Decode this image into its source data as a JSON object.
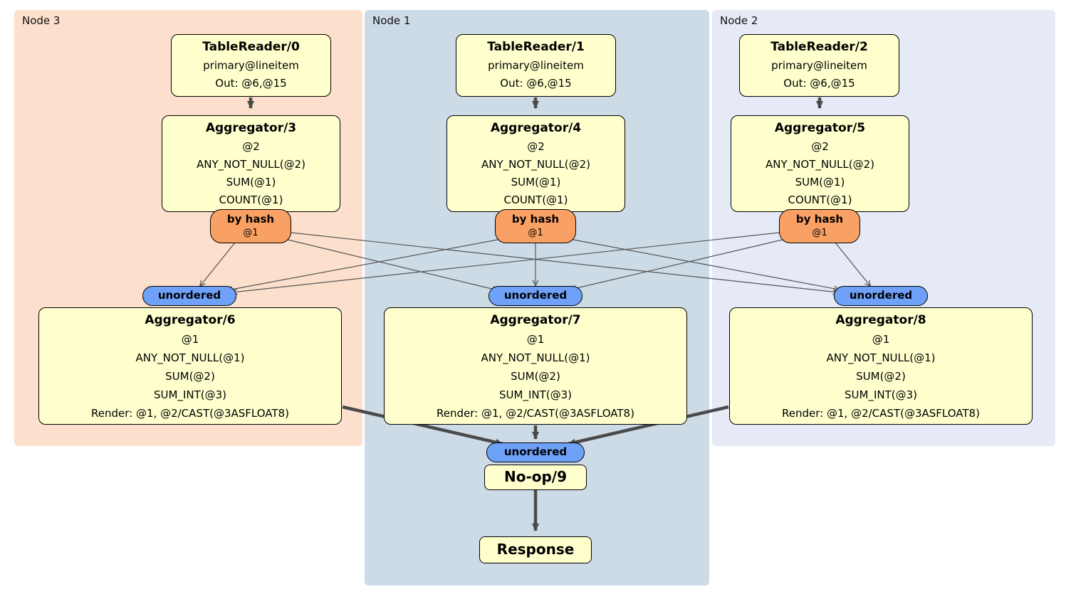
{
  "regions": [
    {
      "label": "Node 3"
    },
    {
      "label": "Node 1"
    },
    {
      "label": "Node 2"
    }
  ],
  "columns": [
    {
      "tablereader": {
        "title": "TableReader/0",
        "lines": [
          "primary@lineitem",
          "Out: @6,@15"
        ]
      },
      "aggregator_top": {
        "title": "Aggregator/3",
        "lines": [
          "@2",
          "ANY_NOT_NULL(@2)",
          "SUM(@1)",
          "COUNT(@1)"
        ]
      },
      "router": {
        "label": "by hash",
        "detail": "@1"
      },
      "stream": {
        "label": "unordered"
      },
      "aggregator_bottom": {
        "title": "Aggregator/6",
        "lines": [
          "@1",
          "ANY_NOT_NULL(@1)",
          "SUM(@2)",
          "SUM_INT(@3)",
          "Render: @1, @2/CAST(@3ASFLOAT8)"
        ]
      }
    },
    {
      "tablereader": {
        "title": "TableReader/1",
        "lines": [
          "primary@lineitem",
          "Out: @6,@15"
        ]
      },
      "aggregator_top": {
        "title": "Aggregator/4",
        "lines": [
          "@2",
          "ANY_NOT_NULL(@2)",
          "SUM(@1)",
          "COUNT(@1)"
        ]
      },
      "router": {
        "label": "by hash",
        "detail": "@1"
      },
      "stream": {
        "label": "unordered"
      },
      "aggregator_bottom": {
        "title": "Aggregator/7",
        "lines": [
          "@1",
          "ANY_NOT_NULL(@1)",
          "SUM(@2)",
          "SUM_INT(@3)",
          "Render: @1, @2/CAST(@3ASFLOAT8)"
        ]
      }
    },
    {
      "tablereader": {
        "title": "TableReader/2",
        "lines": [
          "primary@lineitem",
          "Out: @6,@15"
        ]
      },
      "aggregator_top": {
        "title": "Aggregator/5",
        "lines": [
          "@2",
          "ANY_NOT_NULL(@2)",
          "SUM(@1)",
          "COUNT(@1)"
        ]
      },
      "router": {
        "label": "by hash",
        "detail": "@1"
      },
      "stream": {
        "label": "unordered"
      },
      "aggregator_bottom": {
        "title": "Aggregator/8",
        "lines": [
          "@1",
          "ANY_NOT_NULL(@1)",
          "SUM(@2)",
          "SUM_INT(@3)",
          "Render: @1, @2/CAST(@3ASFLOAT8)"
        ]
      }
    }
  ],
  "final": {
    "stream": {
      "label": "unordered"
    },
    "noop": {
      "title": "No-op/9"
    },
    "response": {
      "title": "Response"
    }
  },
  "colors": {
    "node3-bg": "#fcdfcc",
    "node1-bg": "#cddbe7",
    "node2-bg": "#e5eaf6",
    "box-bg": "#ffffce",
    "router-bg": "#f9a164",
    "stream-bg": "#6fa1f9",
    "edge-thick": "#4a4a4a",
    "edge-thin": "#555555",
    "border": "#000000"
  }
}
